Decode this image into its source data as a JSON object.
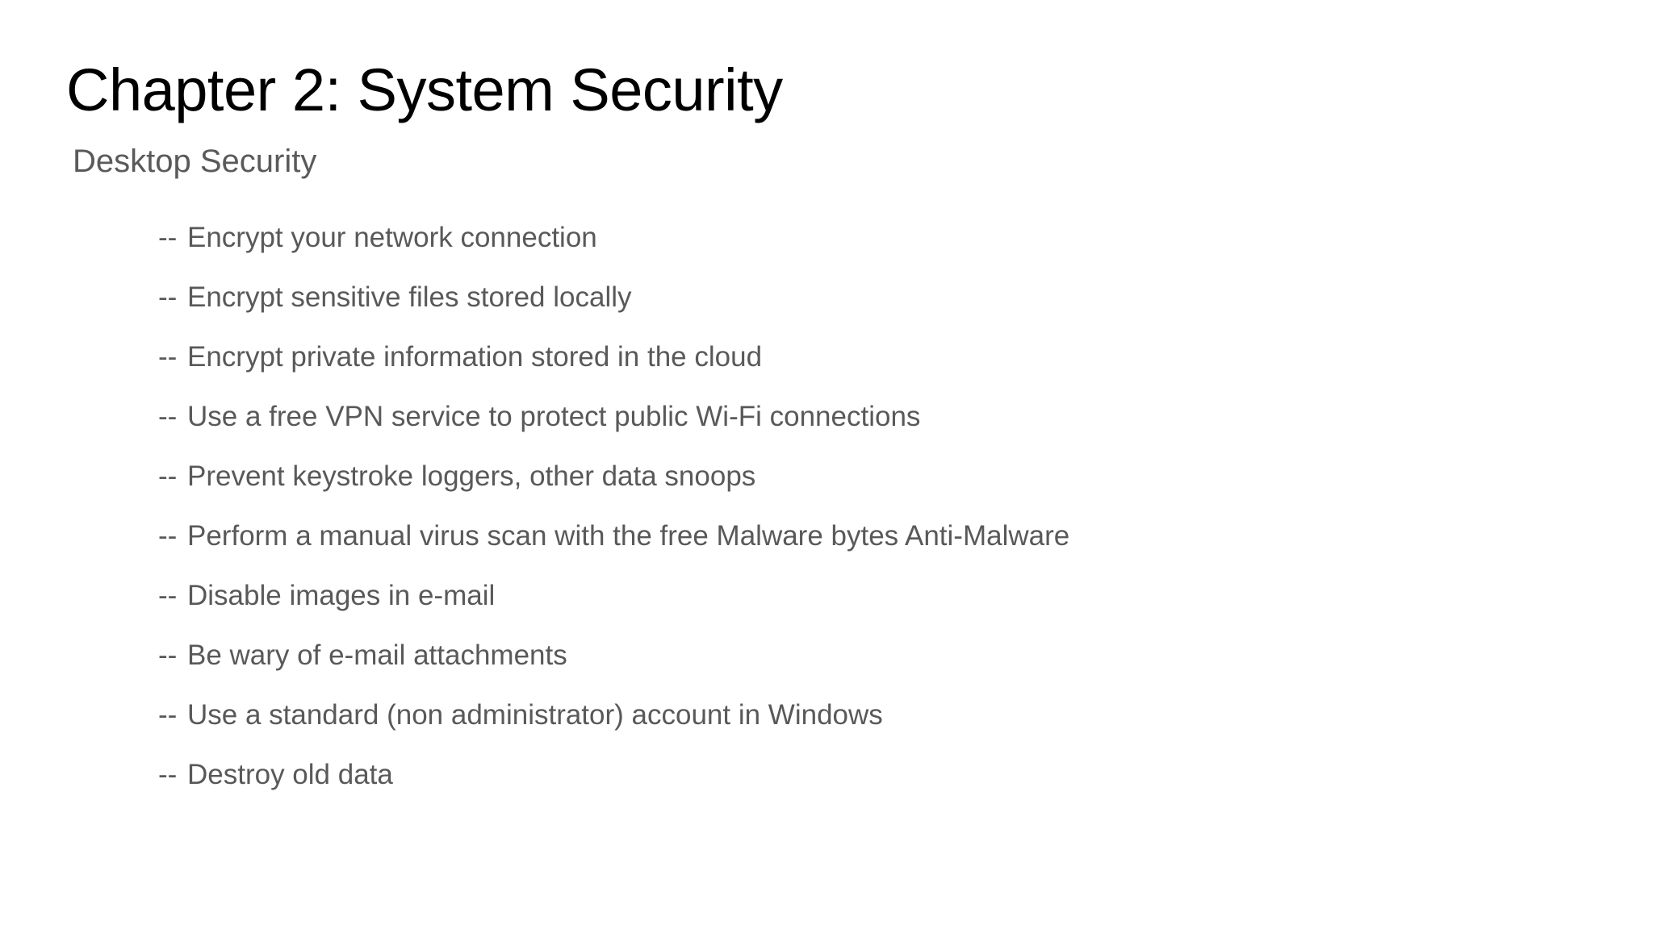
{
  "slide": {
    "title": "Chapter 2: System Security",
    "background_color": "#ffffff",
    "title_color": "#000000",
    "body_text_color": "#595959",
    "heading_color": "#5a5a5a",
    "section_heading": "Desktop Security",
    "bullet_marker": "--",
    "bullets": [
      {
        "marker": "--",
        "text": "Encrypt your network connection"
      },
      {
        "marker": "--",
        "text": "Encrypt sensitive files stored locally"
      },
      {
        "marker": "--",
        "text": "Encrypt private information stored in the cloud"
      },
      {
        "marker": "--",
        "text": "Use a free VPN service to protect public Wi-Fi connections"
      },
      {
        "marker": "--",
        "text": "Prevent keystroke loggers, other data snoops"
      },
      {
        "marker": "--",
        "text": "Perform a manual virus scan with the free Malware bytes Anti-Malware"
      },
      {
        "marker": "--",
        "text": "Disable images in e-mail"
      },
      {
        "marker": "--",
        "text": "Be wary of e-mail attachments"
      },
      {
        "marker": "--",
        "text": "Use a standard (non administrator) account in Windows"
      },
      {
        "marker": "--",
        "text": "Destroy old data"
      }
    ]
  }
}
